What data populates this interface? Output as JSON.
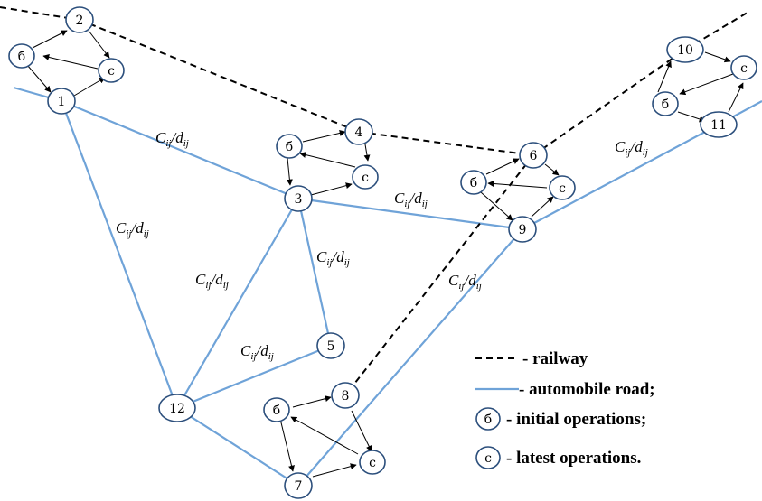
{
  "nodes": {
    "n1": "1",
    "n2": "2",
    "n3": "3",
    "n4": "4",
    "n5": "5",
    "n6": "6",
    "n7": "7",
    "n8": "8",
    "n9": "9",
    "n10": "10",
    "n11": "11",
    "n12": "12"
  },
  "sub_nodes": {
    "b": "б",
    "c": "c"
  },
  "edge_label": {
    "C": "C",
    "C_sub": "ij",
    "sep": "/",
    "d": "d",
    "d_sub": "ij"
  },
  "legend": {
    "railway": "- railway",
    "road": "- automobile road;",
    "initial_symbol": "б",
    "initial": "- initial operations;",
    "latest_symbol": "c",
    "latest": "- latest operations."
  }
}
